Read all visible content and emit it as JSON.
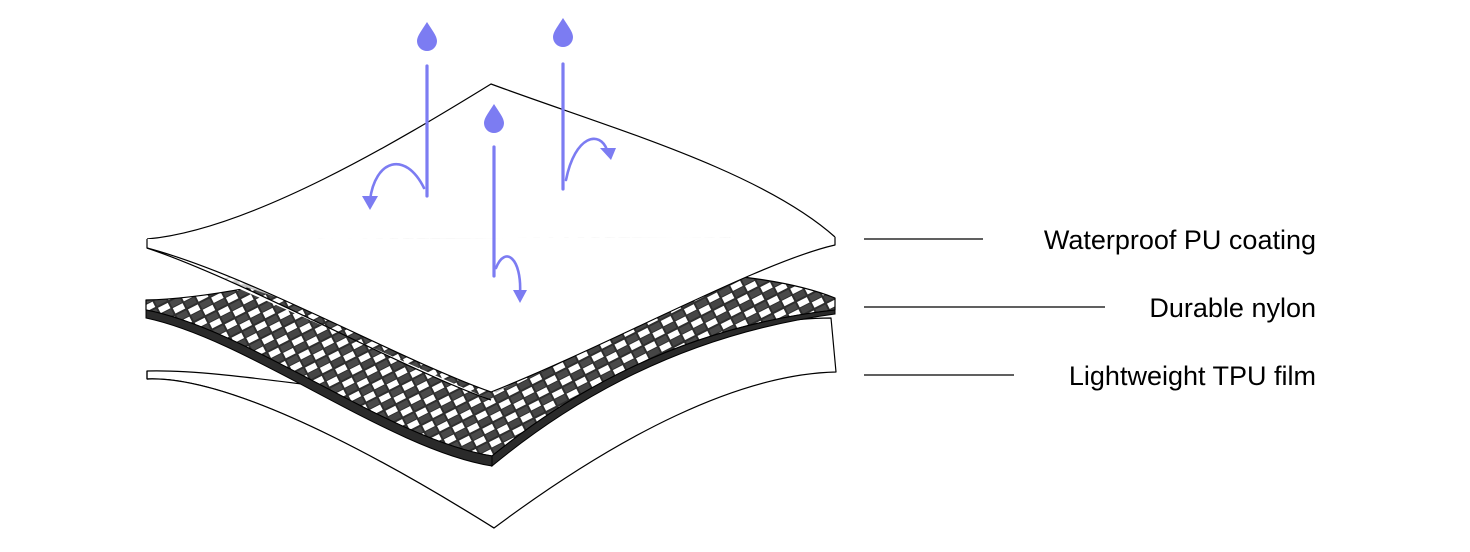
{
  "diagram": {
    "labels": [
      {
        "id": "pu",
        "text": "Waterproof PU coating"
      },
      {
        "id": "nylon",
        "text": "Durable nylon"
      },
      {
        "id": "tpu",
        "text": "Lightweight TPU film"
      }
    ],
    "colors": {
      "accent": "#7c7cf2",
      "nylon_dark": "#3e3e3e",
      "nylon_light": "#ffffff",
      "woven_mesh": "#cfcfcf",
      "outline": "#000000"
    },
    "icons": [
      "water-drop-icon",
      "arrow-icon"
    ]
  }
}
